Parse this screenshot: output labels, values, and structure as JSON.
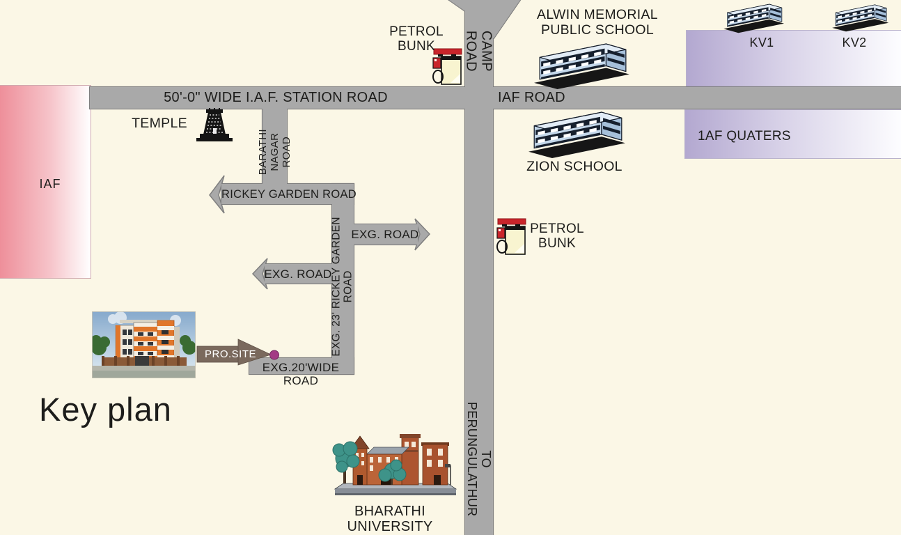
{
  "title": "Key plan",
  "colors": {
    "background": "#fbf7e6",
    "road_fill": "#a9a9a9",
    "road_border": "#7f7f7f",
    "text": "#1d1d1b",
    "pink_zone": "#ee8f9a",
    "purple_zone": "#b3a8d0",
    "zone_fade": "#ffffff",
    "pro_site_arrow": "#7a695d",
    "site_marker": "#a33a85",
    "petrol_red": "#c9252b",
    "school_building_blue": "#c3d7ea",
    "university_brick": "#b05a2e",
    "tree_teal": "#3e9389"
  },
  "roads": {
    "station": "50'-0\" WIDE I.A.F. STATION ROAD",
    "iaf": "IAF ROAD",
    "camp": "CAMP ROAD",
    "perungulathur": "TO PERUNGULATHUR",
    "barathi": "BARATHI NAGAR\nROAD",
    "rickey": "RICKEY GARDEN ROAD",
    "rickey_exg": "EXG. 23'  RICKEY GARDEN ROAD",
    "exg_right": "EXG. ROAD",
    "exg_left": "EXG. ROAD",
    "exg20": "EXG.20'WIDE ROAD"
  },
  "places": {
    "petrol_top": "PETROL\nBUNK",
    "alwin": "ALWIN MEMORIAL\nPUBLIC SCHOOL",
    "kv1": "KV1",
    "kv2": "KV2",
    "iaf_zone": "IAF",
    "temple": "TEMPLE",
    "zion": "ZION SCHOOL",
    "quaters": "1AF QUATERS",
    "petrol_mid": "PETROL\nBUNK",
    "pro_site": "PRO.SITE",
    "university": "BHARATHI\nUNIVERSITY"
  }
}
